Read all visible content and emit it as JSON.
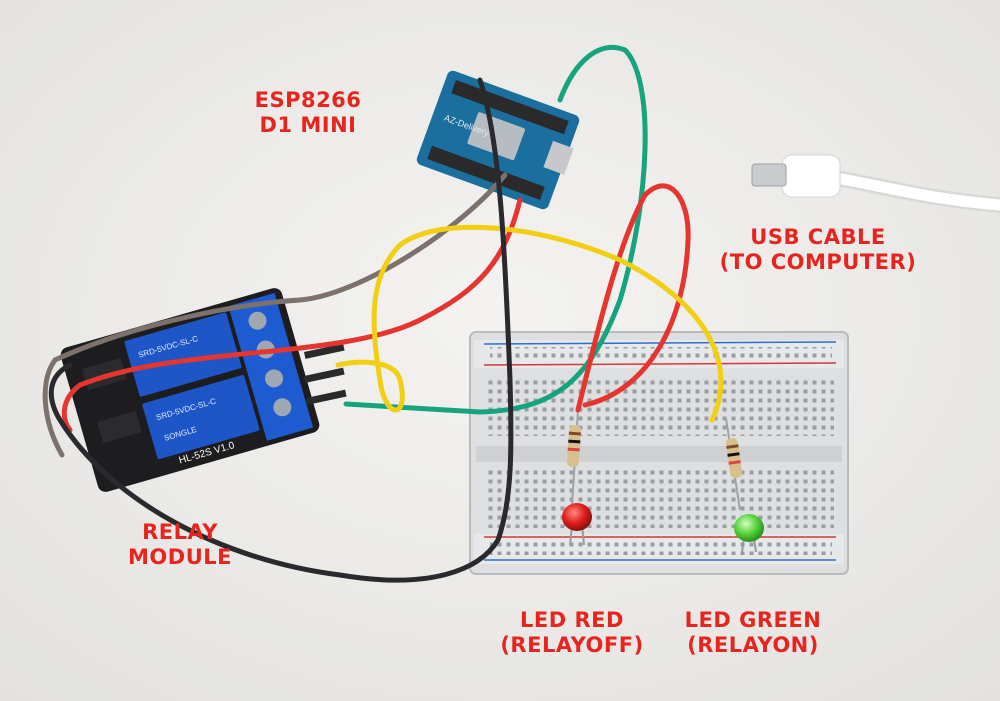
{
  "labels": {
    "esp": {
      "line1": "ESP8266",
      "line2": "D1 MINI"
    },
    "usb": {
      "line1": "USB CABLE",
      "line2": "(TO COMPUTER)"
    },
    "relay": {
      "line1": "RELAY",
      "line2": "MODULE"
    },
    "led_red": {
      "line1": "LED RED",
      "line2": "(RELAYOFF)"
    },
    "led_green": {
      "line1": "LED GREEN",
      "line2": "(RELAYON)"
    }
  },
  "markings": {
    "relay_board": "HL-52S V1.0",
    "relay_coil_1": "SRD-5VDC-SL-C",
    "relay_coil_2": "SRD-5VDC-SL-C",
    "relay_brand": "SONGLE",
    "esp_brand": "AZ-Delivery"
  },
  "colors": {
    "label_red": "#e8241f",
    "wire_green": "#18a37f",
    "wire_red": "#e6352e",
    "wire_yellow": "#f2cf12",
    "wire_black": "#2a2a2e",
    "wire_brown": "#7d716c",
    "led_red": "#e0201c",
    "led_green": "#56d43c",
    "relay_relay": "#1f5bd0",
    "board_black": "#1d1d1f"
  }
}
